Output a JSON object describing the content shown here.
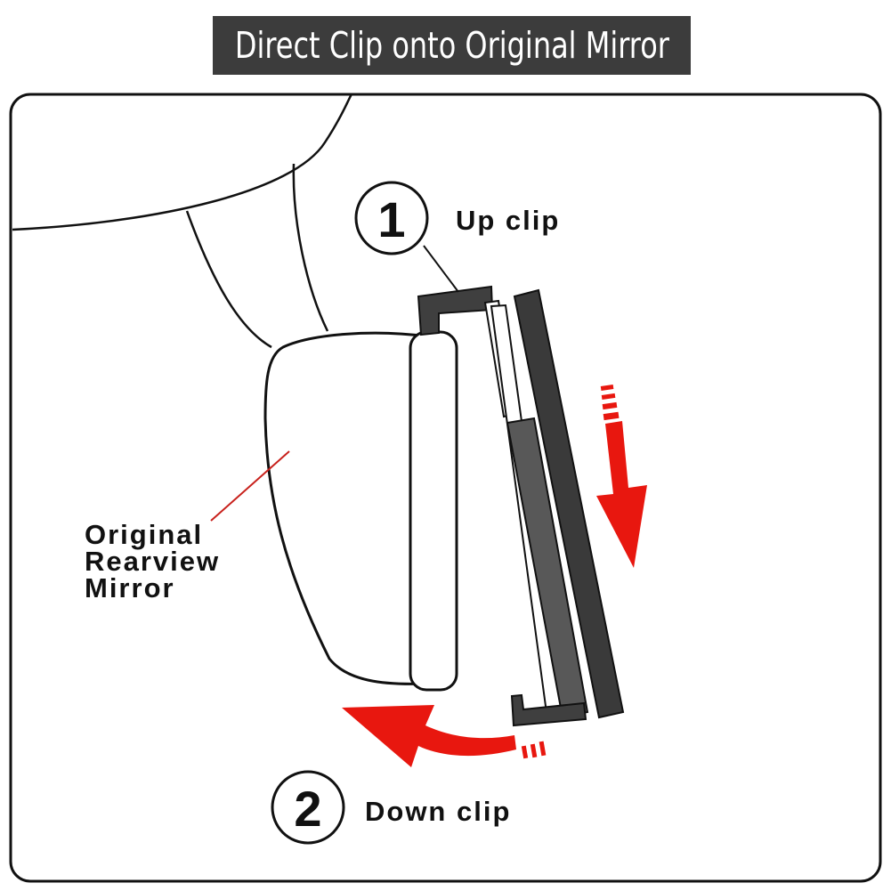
{
  "title": "Direct Clip onto Original Mirror",
  "steps": [
    {
      "number": "1",
      "label": "Up clip"
    },
    {
      "number": "2",
      "label": "Down clip"
    }
  ],
  "mirror_label": [
    "Original",
    "Rearview",
    "Mirror"
  ],
  "colors": {
    "title_bg": "#3c3c3c",
    "arrow": "#e8170f",
    "clip_dark": "#3f3f3f",
    "clip_mid": "#585858",
    "outline": "#111111"
  }
}
